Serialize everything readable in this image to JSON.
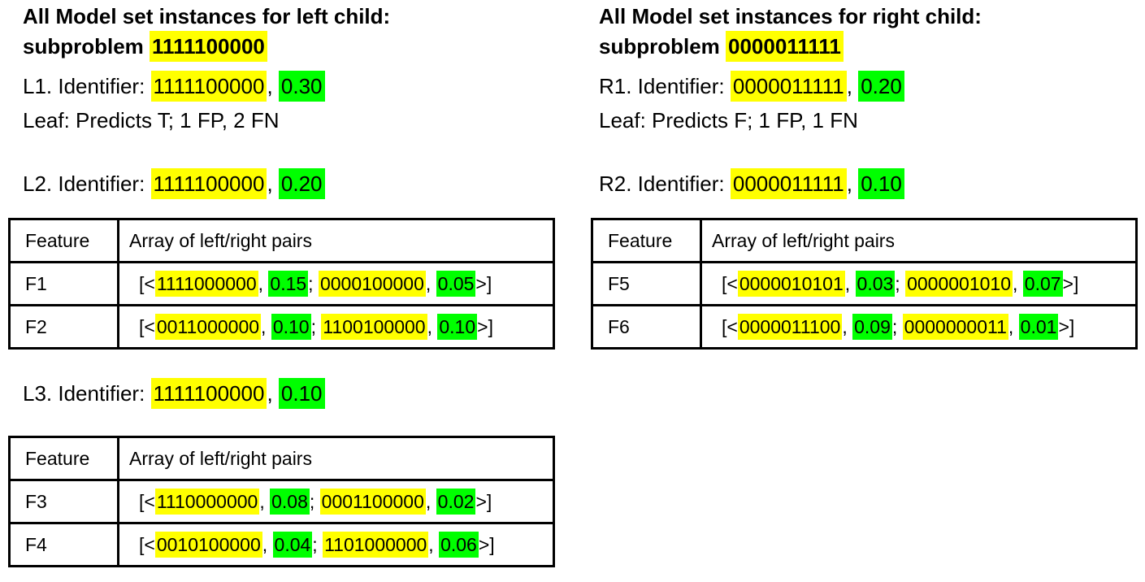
{
  "colors": {
    "background": "#ffffff",
    "text": "#000000",
    "highlight_yellow": "#ffff00",
    "highlight_green": "#00ff00",
    "table_border": "#000000"
  },
  "syntax": {
    "pair_open": "[<",
    "comma": ", ",
    "semicolon": "; ",
    "pair_close": ">]"
  },
  "table_headers": {
    "feature": "Feature",
    "pairs": "Array of left/right pairs"
  },
  "left": {
    "title_line1": "All Model set instances for left child:",
    "title_line2_prefix": "subproblem ",
    "subproblem_id": "1111100000",
    "l1": {
      "label": "L1. Identifier: ",
      "id": "1111100000",
      "value": "0.30"
    },
    "l1_leaf": "Leaf: Predicts T; 1 FP, 2 FN",
    "l2": {
      "label": "L2. Identifier: ",
      "id": "1111100000",
      "value": "0.20"
    },
    "l3": {
      "label": "L3. Identifier: ",
      "id": "1111100000",
      "value": "0.10"
    },
    "table_l2": {
      "rows": [
        {
          "feature": "F1",
          "left_id": "1111000000",
          "left_val": "0.15",
          "right_id": "0000100000",
          "right_val": "0.05"
        },
        {
          "feature": "F2",
          "left_id": "0011000000",
          "left_val": "0.10",
          "right_id": "1100100000",
          "right_val": "0.10"
        }
      ]
    },
    "table_l3": {
      "rows": [
        {
          "feature": "F3",
          "left_id": "1110000000",
          "left_val": "0.08",
          "right_id": "0001100000",
          "right_val": "0.02"
        },
        {
          "feature": "F4",
          "left_id": "0010100000",
          "left_val": "0.04",
          "right_id": "1101000000",
          "right_val": "0.06"
        }
      ]
    }
  },
  "right": {
    "title_line1": "All Model set instances for right child:",
    "title_line2_prefix": "subproblem ",
    "subproblem_id": "0000011111",
    "r1": {
      "label": "R1. Identifier: ",
      "id": "0000011111",
      "value": "0.20"
    },
    "r1_leaf": "Leaf: Predicts F; 1 FP, 1 FN",
    "r2": {
      "label": "R2. Identifier: ",
      "id": "0000011111",
      "value": "0.10"
    },
    "table_r2": {
      "rows": [
        {
          "feature": "F5",
          "left_id": "0000010101",
          "left_val": "0.03",
          "right_id": "0000001010",
          "right_val": "0.07"
        },
        {
          "feature": "F6",
          "left_id": "0000011100",
          "left_val": "0.09",
          "right_id": "0000000011",
          "right_val": "0.01"
        }
      ]
    }
  }
}
